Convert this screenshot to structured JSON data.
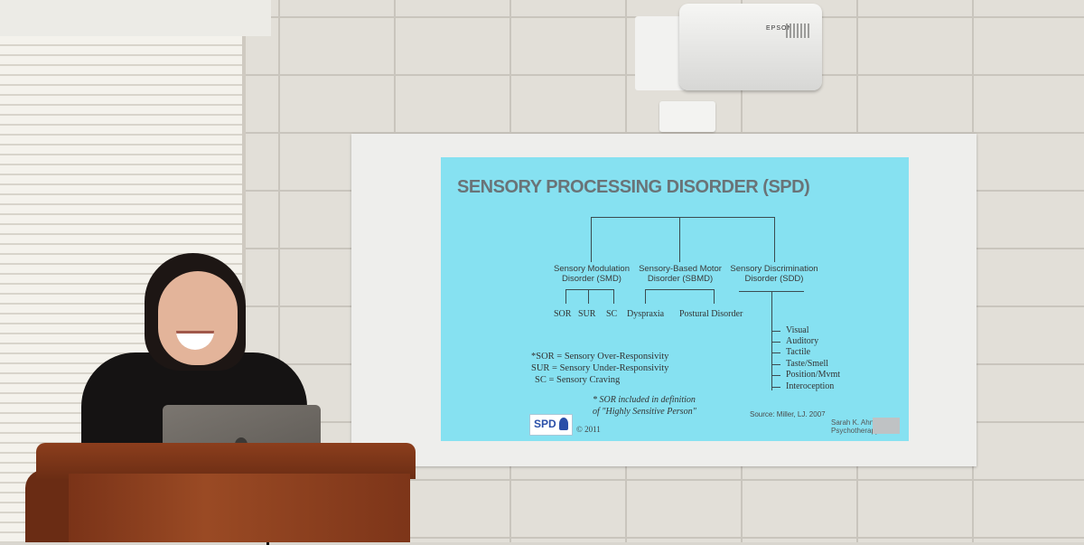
{
  "slide": {
    "title": "SENSORY PROCESSING DISORDER (SPD)",
    "categories": [
      {
        "label": "Sensory Modulation Disorder (SMD)",
        "subtypes": [
          "SOR",
          "SUR",
          "SC"
        ]
      },
      {
        "label": "Sensory-Based Motor Disorder (SBMD)",
        "subtypes": [
          "Dyspraxia",
          "Postural Disorder"
        ]
      },
      {
        "label": "Sensory Discrimination Disorder (SDD)",
        "subtypes": [
          "Visual",
          "Auditory",
          "Tactile",
          "Taste/Smell",
          "Position/Mvmt",
          "Interoception"
        ]
      }
    ],
    "legend": [
      "*SOR = Sensory Over-Responsivity",
      "SUR = Sensory Under-Responsivity",
      "SC = Sensory Craving"
    ],
    "note": [
      "* SOR included in definition",
      "of \"Highly Sensitive Person\""
    ],
    "source": "Source: Miller, LJ. 2007",
    "logo_text": "SPD",
    "copyright": "© 2011",
    "credit": [
      "Sarah K. Ahn,",
      "Psychotherapy"
    ]
  },
  "projector_brand": "EPSON"
}
